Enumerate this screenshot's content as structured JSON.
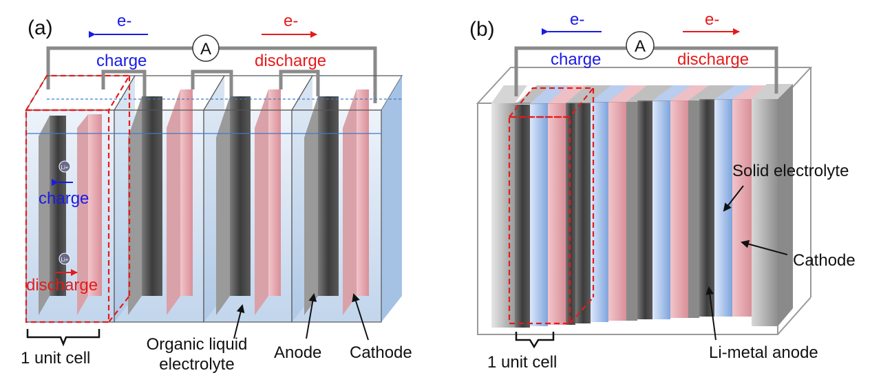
{
  "panels": [
    {
      "id": "a",
      "panel_label": "(a)",
      "electron_left": "e-",
      "electron_right": "e-",
      "ammeter": "A",
      "charge_label": "charge",
      "discharge_label": "discharge",
      "ion_label": "Li+",
      "inner_charge": "charge",
      "inner_discharge": "discharge",
      "unit_cell": "1 unit cell",
      "electrolyte_line1": "Organic liquid",
      "electrolyte_line2": "electrolyte",
      "anode": "Anode",
      "cathode": "Cathode"
    },
    {
      "id": "b",
      "panel_label": "(b)",
      "electron_left": "e-",
      "electron_right": "e-",
      "ammeter": "A",
      "charge_label": "charge",
      "discharge_label": "discharge",
      "unit_cell": "1 unit cell",
      "solid_electrolyte": "Solid electrolyte",
      "cathode": "Cathode",
      "anode": "Li-metal anode"
    }
  ],
  "colors": {
    "charge": "#1a1ae6",
    "discharge": "#e61a1a",
    "anode": "#4a4a4a",
    "cathode": "#e8a7ae",
    "liquid_electrolyte": "#a9c4e4",
    "solid_electrolyte": "#a8c6ee",
    "wire": "#8a8a8a"
  }
}
